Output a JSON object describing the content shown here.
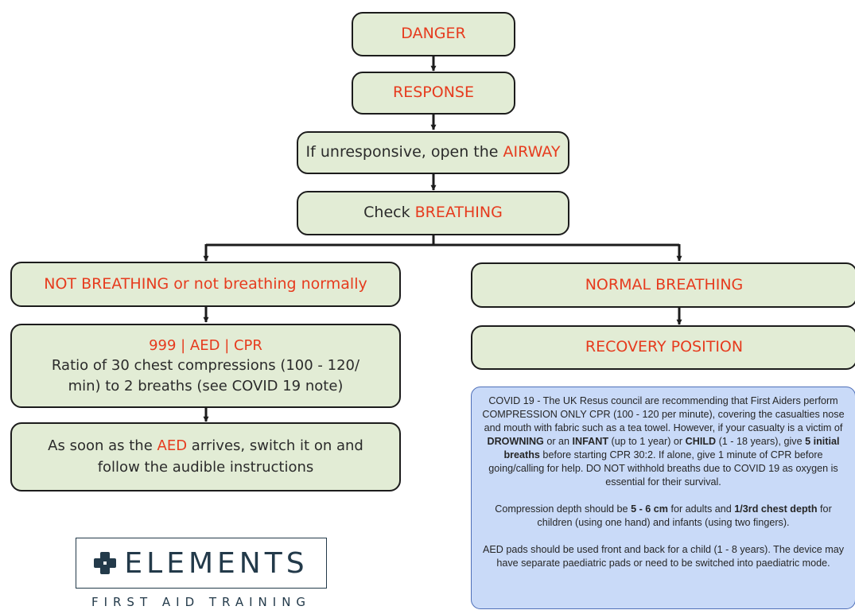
{
  "flow": {
    "danger": "DANGER",
    "response": "RESPONSE",
    "airway_prefix": "If unresponsive, open the ",
    "airway_highlight": "AIRWAY",
    "breathing_prefix": "Check ",
    "breathing_highlight": "BREATHING",
    "not_breathing_highlight": "NOT BREATHING or not breathing normally",
    "normal_breathing": "NORMAL BREATHING",
    "recovery_position": "RECOVERY POSITION",
    "cpr_title": "999 | AED | CPR",
    "cpr_line1": "Ratio of 30 chest compressions (100 - 120/",
    "cpr_line2": "min) to 2 breaths (see COVID 19 note)",
    "aed_prefix": "As soon as the ",
    "aed_highlight": "AED",
    "aed_suffix": " arrives, switch it on and",
    "aed_line2": "follow the audible instructions"
  },
  "note": {
    "p1_a": "COVID 19 - The UK Resus council are recommending that First Aiders perform COMPRESSION ONLY CPR (100 - 120 per minute), covering the casualties nose and mouth with fabric such as a tea towel. However, if your casualty is a victim of ",
    "p1_drowning": "DROWNING",
    "p1_b": " or an ",
    "p1_infant": "INFANT",
    "p1_c": " (up to 1 year) or ",
    "p1_child": "CHILD",
    "p1_d": " (1 - 18 years), give ",
    "p1_initial": "5 initial breaths",
    "p1_e": " before starting CPR 30:2.  If alone, give 1 minute of CPR before going/calling for help. DO NOT withhold breaths due to COVID 19 as oxygen is essential for their survival.",
    "p2_a": "Compression depth should be ",
    "p2_depth": "5 - 6 cm",
    "p2_b": " for adults and ",
    "p2_third": "1/3rd chest depth",
    "p2_c": " for children (using one hand) and infants (using two fingers).",
    "p3": "AED pads should be used front and back for a child (1 - 8 years). The device may have separate paediatric pads or need to be switched into paediatric mode."
  },
  "logo": {
    "name": "ELEMENTS",
    "tagline": "FIRST AID TRAINING",
    "icon": "cross-squares-icon"
  },
  "colors": {
    "box_fill": "#e2ecd5",
    "highlight": "#e63b1e",
    "note_fill": "#c9daf8",
    "logo": "#233a4a"
  }
}
